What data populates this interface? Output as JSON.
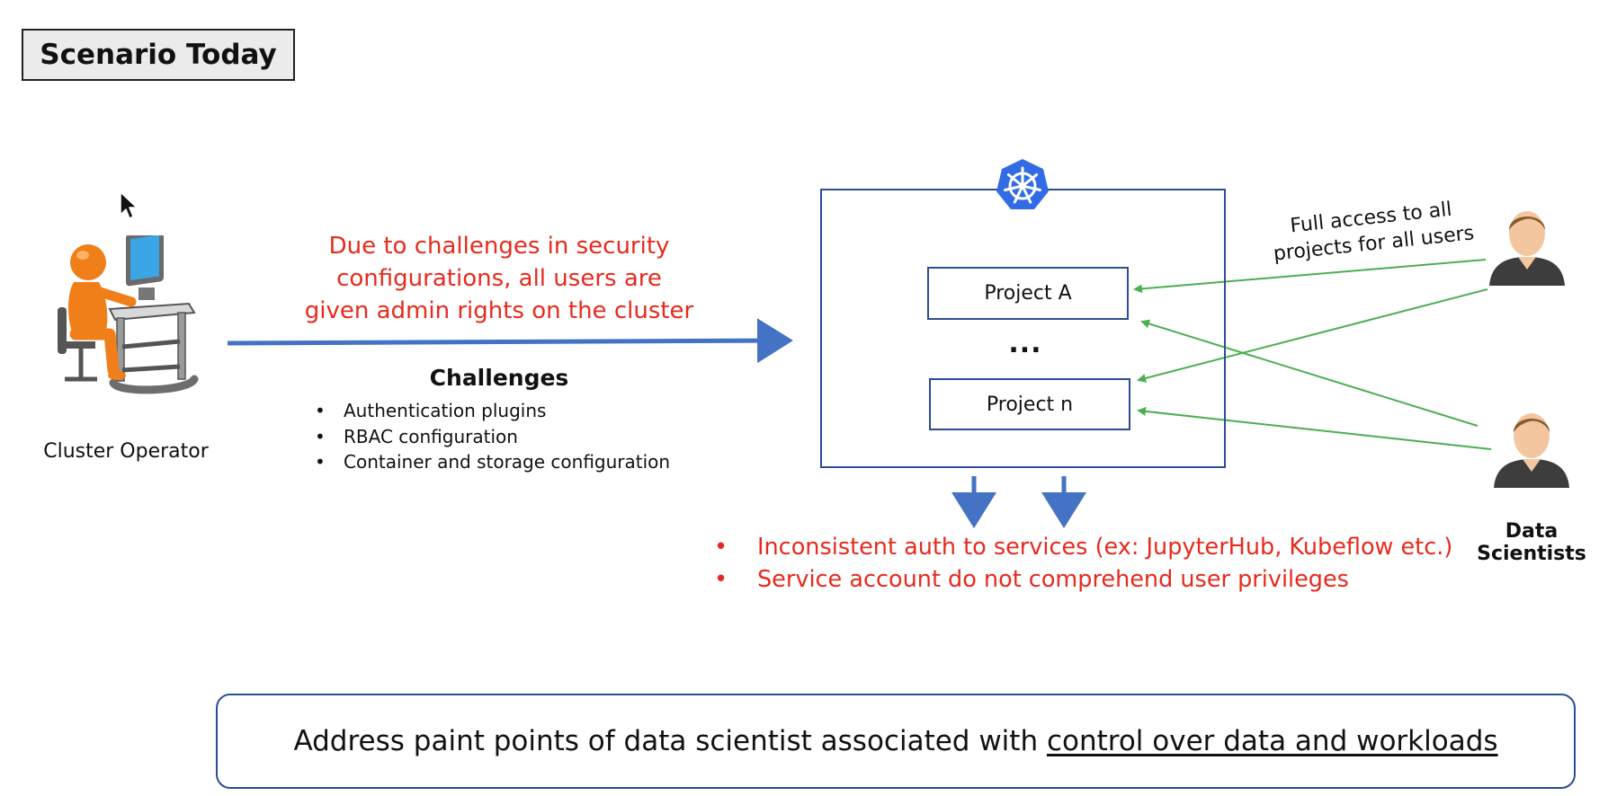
{
  "header": {
    "title": "Scenario Today"
  },
  "operator": {
    "label": "Cluster Operator"
  },
  "security_note": {
    "lines": [
      "Due to challenges in security",
      "configurations, all users are",
      "given admin rights on the cluster"
    ]
  },
  "challenges": {
    "title": "Challenges",
    "items": [
      "Authentication plugins",
      "RBAC configuration",
      "Container and storage configuration"
    ]
  },
  "cluster": {
    "logo": "kubernetes-helm-wheel-icon",
    "projects": [
      "Project A",
      "Project n"
    ],
    "ellipsis": "..."
  },
  "access_note": {
    "lines": [
      "Full access to all",
      "projects for all users"
    ]
  },
  "data_scientists": {
    "label": "Data Scientists"
  },
  "issues": {
    "items": [
      "Inconsistent auth to services (ex: JupyterHub, Kubeflow etc.)",
      "Service account do not comprehend user privileges"
    ]
  },
  "conclusion": {
    "prefix": "Address paint points of data scientist associated with ",
    "underlined": "control over data and workloads"
  },
  "colors": {
    "accent_blue": "#4472c4",
    "box_border": "#2b4d91",
    "red_text": "#e62b1e",
    "green_arrow": "#4caf50",
    "kubernetes_blue": "#326ce5"
  }
}
